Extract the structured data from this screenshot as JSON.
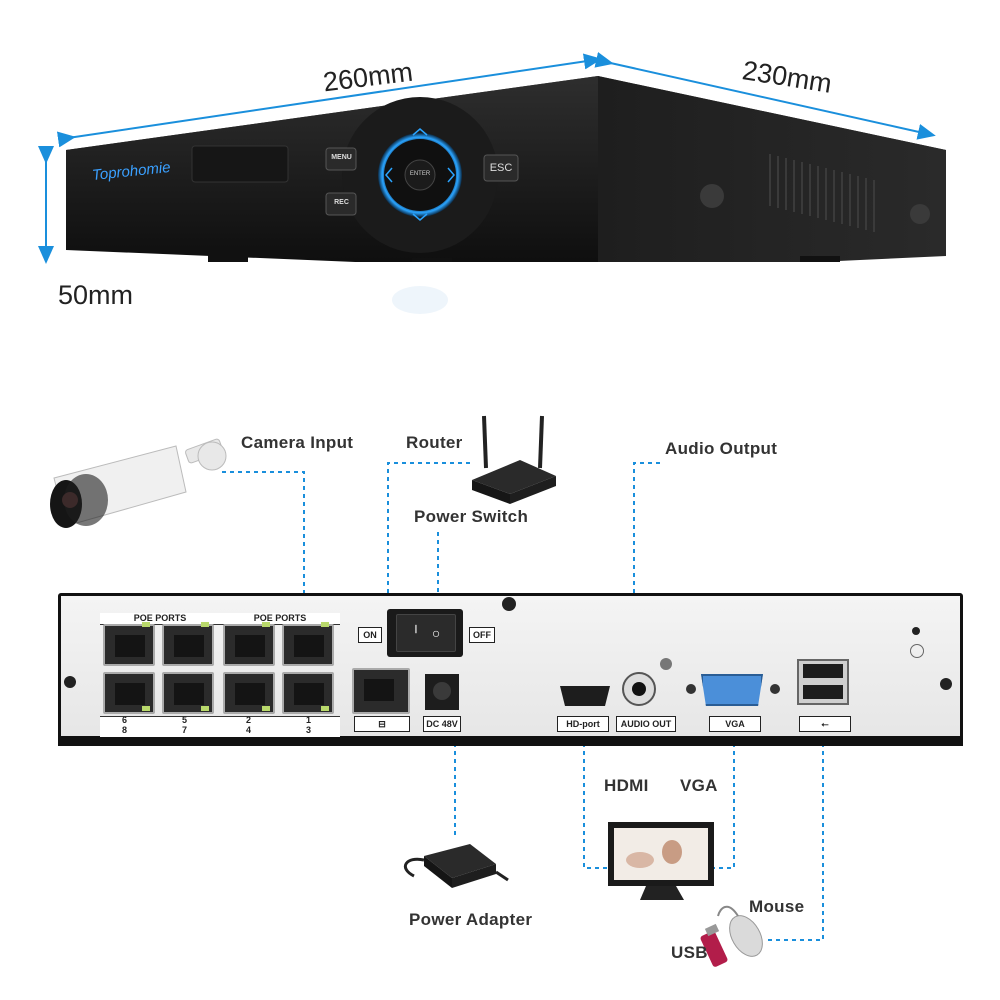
{
  "dimensions": {
    "width": "260mm",
    "depth": "230mm",
    "height": "50mm"
  },
  "front_panel": {
    "brand": "Toprohomie",
    "menu_label": "MENU",
    "rec_label": "REC",
    "enter_label": "ENTER",
    "esc_label": "ESC"
  },
  "callouts": {
    "camera_input": "Camera Input",
    "router": "Router",
    "power_switch": "Power Switch",
    "audio_output": "Audio Output",
    "hdmi": "HDMI",
    "vga": "VGA",
    "power_adapter": "Power Adapter",
    "mouse": "Mouse",
    "usb": "USB"
  },
  "rear_panel": {
    "poe_header_left": "POE PORTS",
    "poe_header_right": "POE PORTS",
    "port_numbers_top": [
      "6",
      "5",
      "2",
      "1"
    ],
    "port_numbers_bottom": [
      "8",
      "7",
      "4",
      "3"
    ],
    "on_label": "ON",
    "off_label": "OFF",
    "dc_label": "DC 48V",
    "hd_port_label": "HD-port",
    "audio_out_label": "AUDIO OUT",
    "vga_label": "VGA",
    "usb_label": "⭠"
  },
  "colors": {
    "accent_blue": "#1a8fdc",
    "panel_dark": "#1c1c1c",
    "port_led": "#b9d96b"
  }
}
